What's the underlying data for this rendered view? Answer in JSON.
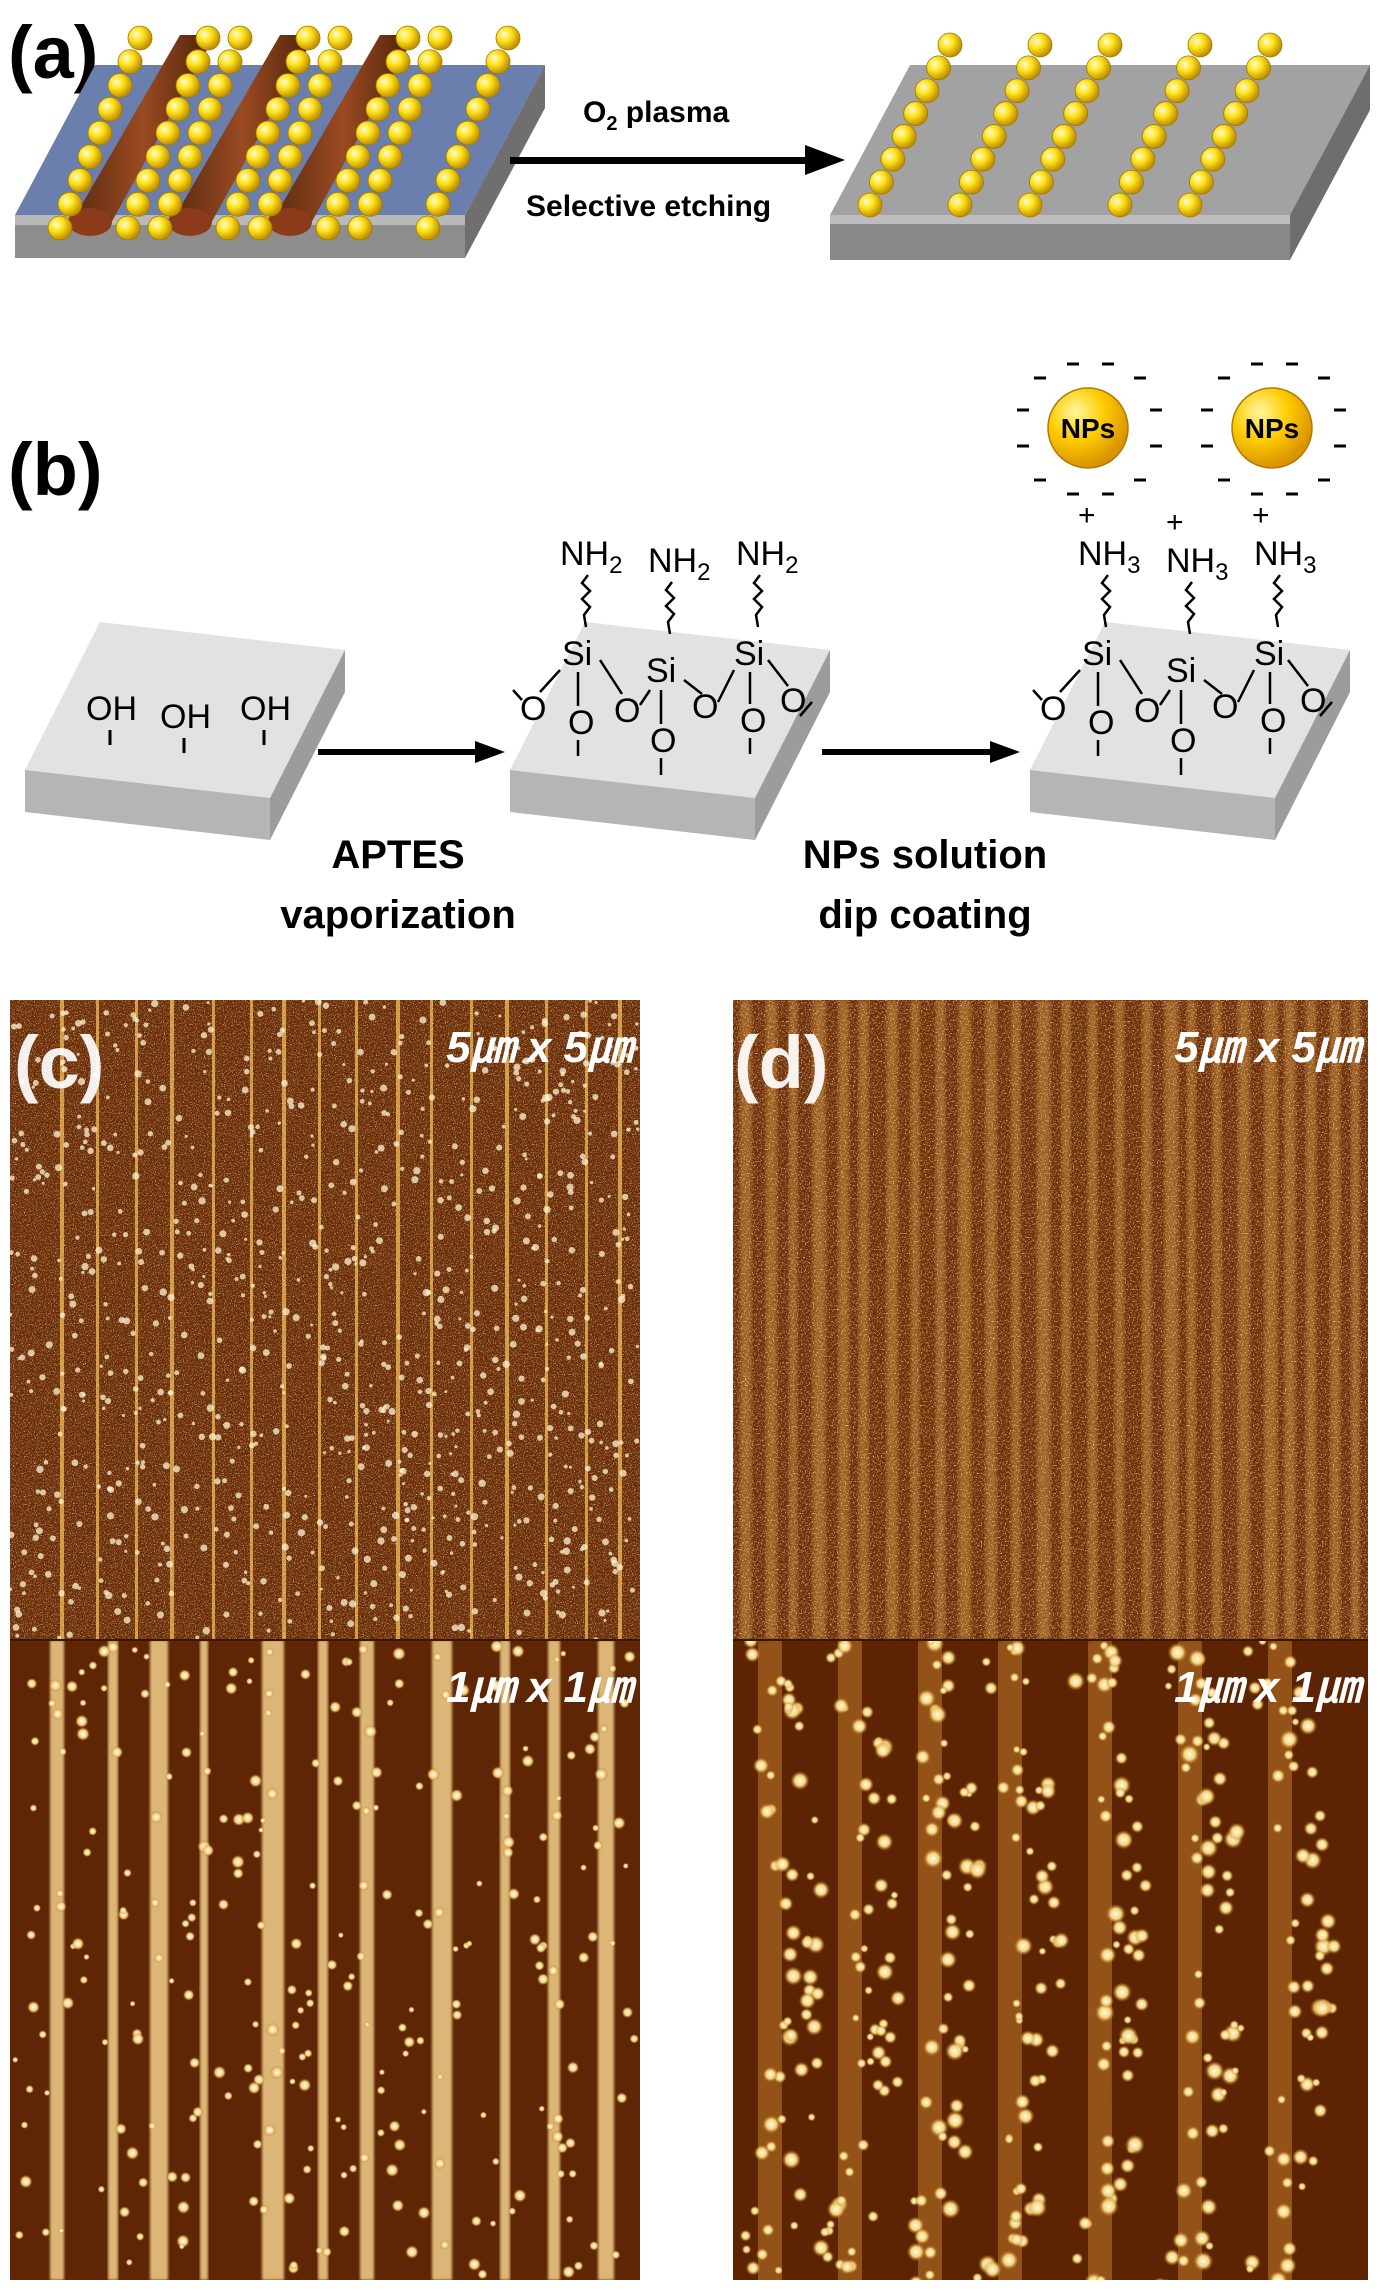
{
  "panels": {
    "a": {
      "label": "(a)"
    },
    "b": {
      "label": "(b)"
    },
    "c": {
      "label": "(c)"
    },
    "d": {
      "label": "(d)"
    }
  },
  "process_a": {
    "step_top_prefix": "O",
    "step_top_sub": "2",
    "step_top_suffix": " plasma",
    "step_bottom": "Selective etching"
  },
  "process_b": {
    "step1_line1": "APTES",
    "step1_line2": "vaporization",
    "step2_line1": "NPs solution",
    "step2_line2": "dip coating",
    "hydroxyl": "OH",
    "amine": "NH",
    "ammonium": "NH",
    "subscript_2": "2",
    "subscript_3": "3",
    "silicon": "Si",
    "oxygen": "O",
    "plus": "+",
    "minus": "-",
    "nanoparticle": "NPs"
  },
  "afm": {
    "scale_large": "5㎛ x 5㎛",
    "scale_small": "1㎛ x 1㎛"
  },
  "colors": {
    "nanoparticle": "#ffe21a",
    "polymer_line": "#8b3a1a",
    "substrate": "#9a9a9a",
    "afm_dark": "#5a2400",
    "afm_bright": "#fff2c8"
  }
}
